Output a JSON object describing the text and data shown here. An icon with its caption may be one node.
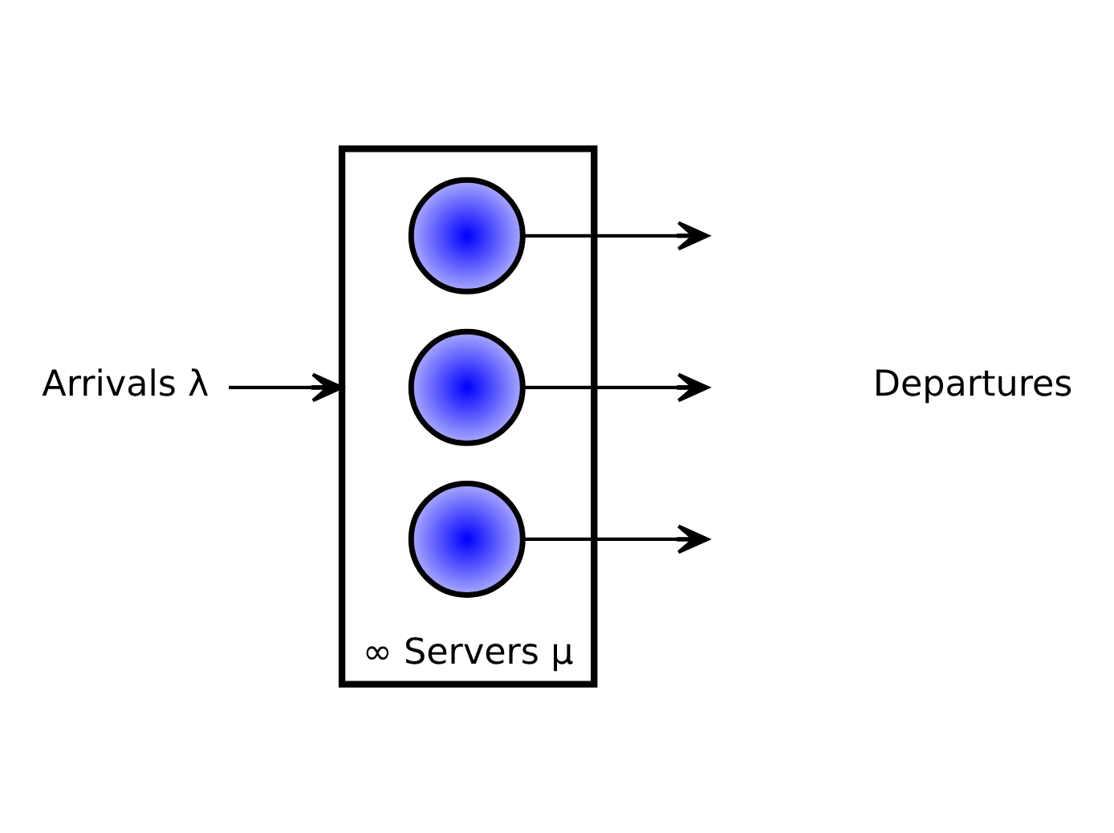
{
  "diagram": {
    "nodes": [
      {
        "text": [
          "Arrivals λ"
        ]
      },
      {
        "text": [
          "∞ Servers μ"
        ]
      },
      {
        "text": [],
        "shape": "circle",
        "in": 1
      },
      {
        "text": [],
        "shape": "circle",
        "in": 1
      },
      {
        "text": [],
        "shape": "circle",
        "in": 1
      },
      {
        "text": [
          "Departures"
        ]
      }
    ],
    "edges": [
      {
        "from": 0,
        "to": 1,
        "arrow": "to"
      },
      {
        "from": 2,
        "to": null,
        "arrow": "to"
      },
      {
        "from": 3,
        "to": null,
        "arrow": "to"
      },
      {
        "from": 4,
        "to": null,
        "arrow": "to"
      }
    ]
  }
}
